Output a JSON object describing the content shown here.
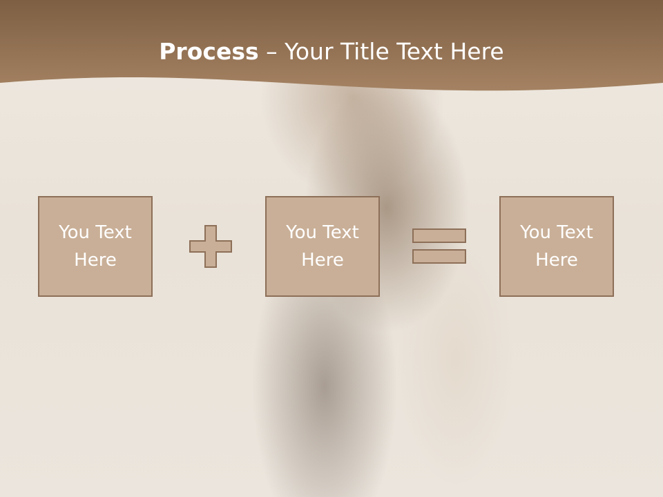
{
  "slide": {
    "title_bold": "Process",
    "title_rest": " – Your Title Text Here"
  },
  "boxes": [
    {
      "label": "You Text Here"
    },
    {
      "label": "You Text Here"
    },
    {
      "label": "You Text Here"
    }
  ],
  "operators": [
    "plus-icon",
    "equals-icon"
  ],
  "colors": {
    "header": "#8c6a4a",
    "box_fill": "#c9af97",
    "box_border": "#8d6f58",
    "text": "#ffffff"
  }
}
